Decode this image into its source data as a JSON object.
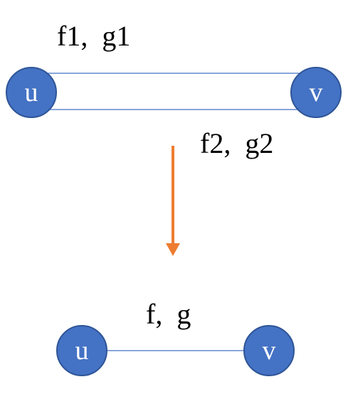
{
  "colors": {
    "node_fill": "#4472c4",
    "node_text": "#ffffff",
    "edge": "#4472c4",
    "arrow": "#ed7d31"
  },
  "top_graph": {
    "node_u": "u",
    "node_v": "v",
    "edge1_label": "f1,  g1",
    "edge2_label": "f2,  g2"
  },
  "bottom_graph": {
    "node_u": "u",
    "node_v": "v",
    "edge_label": "f,  g"
  }
}
